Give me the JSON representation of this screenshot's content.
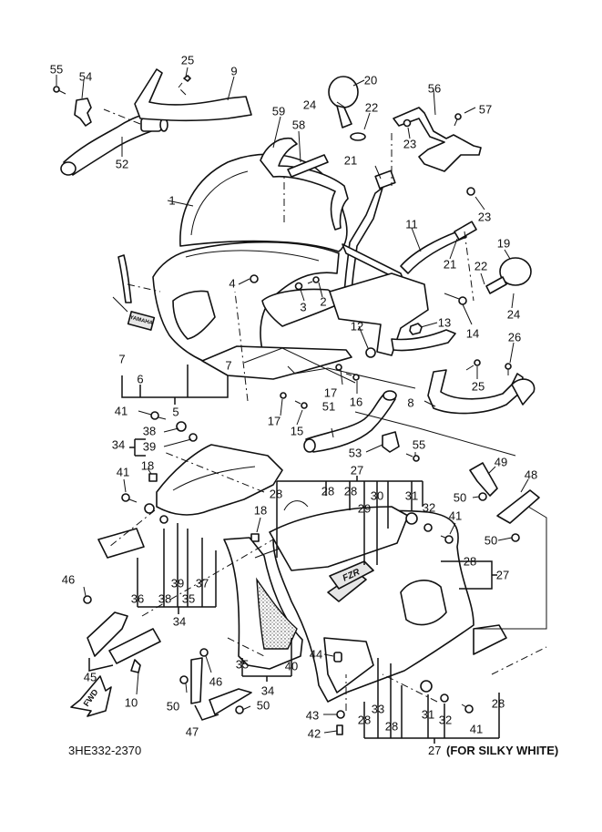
{
  "diagram": {
    "type": "exploded parts diagram",
    "subject": "motorcycle front cowling / fairing assembly",
    "drawing_number": "3HE332-2370",
    "variant_note": "(FOR SILKY WHITE)",
    "variant_note_ref": "27",
    "fwd_label": "FWD",
    "logo_texts": {
      "yamaha_emblem": "YAMAHA",
      "model_decal": "FZR"
    },
    "labels": [
      {
        "id": "l55a",
        "text": "55"
      },
      {
        "id": "l54",
        "text": "54"
      },
      {
        "id": "l25a",
        "text": "25"
      },
      {
        "id": "l9",
        "text": "9"
      },
      {
        "id": "l52",
        "text": "52"
      },
      {
        "id": "l59",
        "text": "59"
      },
      {
        "id": "l58",
        "text": "58"
      },
      {
        "id": "l1",
        "text": "1"
      },
      {
        "id": "l20",
        "text": "20"
      },
      {
        "id": "l24a",
        "text": "24"
      },
      {
        "id": "l22a",
        "text": "22"
      },
      {
        "id": "l56",
        "text": "56"
      },
      {
        "id": "l57",
        "text": "57"
      },
      {
        "id": "l23a",
        "text": "23"
      },
      {
        "id": "l21a",
        "text": "21"
      },
      {
        "id": "l23b",
        "text": "23"
      },
      {
        "id": "l11",
        "text": "11"
      },
      {
        "id": "l19",
        "text": "19"
      },
      {
        "id": "l21b",
        "text": "21"
      },
      {
        "id": "l22b",
        "text": "22"
      },
      {
        "id": "l24b",
        "text": "24"
      },
      {
        "id": "l4",
        "text": "4"
      },
      {
        "id": "l3",
        "text": "3"
      },
      {
        "id": "l2",
        "text": "2"
      },
      {
        "id": "l12",
        "text": "12"
      },
      {
        "id": "l13",
        "text": "13"
      },
      {
        "id": "l14",
        "text": "14"
      },
      {
        "id": "l26",
        "text": "26"
      },
      {
        "id": "l25b",
        "text": "25"
      },
      {
        "id": "l8",
        "text": "8"
      },
      {
        "id": "l7a",
        "text": "7"
      },
      {
        "id": "l6",
        "text": "6"
      },
      {
        "id": "l7b",
        "text": "7"
      },
      {
        "id": "l5",
        "text": "5"
      },
      {
        "id": "l17a",
        "text": "17"
      },
      {
        "id": "l16",
        "text": "16"
      },
      {
        "id": "l17b",
        "text": "17"
      },
      {
        "id": "l15",
        "text": "15"
      },
      {
        "id": "l51",
        "text": "51"
      },
      {
        "id": "l53",
        "text": "53"
      },
      {
        "id": "l55b",
        "text": "55"
      },
      {
        "id": "l41a",
        "text": "41"
      },
      {
        "id": "l38a",
        "text": "38"
      },
      {
        "id": "l34a",
        "text": "34"
      },
      {
        "id": "l39a",
        "text": "39"
      },
      {
        "id": "l18a",
        "text": "18"
      },
      {
        "id": "l41b",
        "text": "41"
      },
      {
        "id": "l27a",
        "text": "27"
      },
      {
        "id": "l28a",
        "text": "28"
      },
      {
        "id": "l28b",
        "text": "28"
      },
      {
        "id": "l28c",
        "text": "28"
      },
      {
        "id": "l29",
        "text": "29"
      },
      {
        "id": "l30",
        "text": "30"
      },
      {
        "id": "l31a",
        "text": "31"
      },
      {
        "id": "l32a",
        "text": "32"
      },
      {
        "id": "l41c",
        "text": "41"
      },
      {
        "id": "l49",
        "text": "49"
      },
      {
        "id": "l48",
        "text": "48"
      },
      {
        "id": "l50a",
        "text": "50"
      },
      {
        "id": "l50b",
        "text": "50"
      },
      {
        "id": "l18b",
        "text": "18"
      },
      {
        "id": "l28d",
        "text": "28"
      },
      {
        "id": "l27b",
        "text": "27"
      },
      {
        "id": "l46a",
        "text": "46"
      },
      {
        "id": "l36",
        "text": "36"
      },
      {
        "id": "l38b",
        "text": "38"
      },
      {
        "id": "l39b",
        "text": "39"
      },
      {
        "id": "l35a",
        "text": "35"
      },
      {
        "id": "l37",
        "text": "37"
      },
      {
        "id": "l34b",
        "text": "34"
      },
      {
        "id": "l45",
        "text": "45"
      },
      {
        "id": "l10",
        "text": "10"
      },
      {
        "id": "l46b",
        "text": "46"
      },
      {
        "id": "l50c",
        "text": "50"
      },
      {
        "id": "l50d",
        "text": "50"
      },
      {
        "id": "l47",
        "text": "47"
      },
      {
        "id": "l35b",
        "text": "35"
      },
      {
        "id": "l40",
        "text": "40"
      },
      {
        "id": "l34c",
        "text": "34"
      },
      {
        "id": "l44",
        "text": "44"
      },
      {
        "id": "l43",
        "text": "43"
      },
      {
        "id": "l42",
        "text": "42"
      },
      {
        "id": "l33",
        "text": "33"
      },
      {
        "id": "l28e",
        "text": "28"
      },
      {
        "id": "l28f",
        "text": "28"
      },
      {
        "id": "l31b",
        "text": "31"
      },
      {
        "id": "l32b",
        "text": "32"
      },
      {
        "id": "l41d",
        "text": "41"
      },
      {
        "id": "l28g",
        "text": "28"
      }
    ]
  }
}
